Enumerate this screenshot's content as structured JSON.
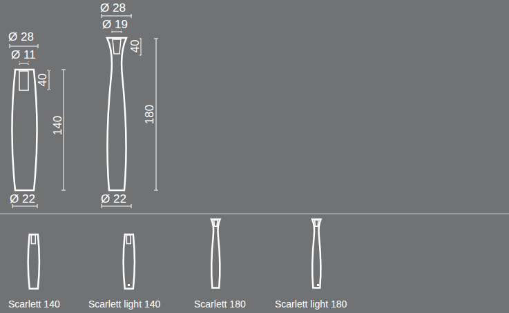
{
  "diagram": {
    "labels": [
      "Ø 28",
      "Ø 11",
      "40",
      "140",
      "Ø 22",
      "Ø 28",
      "Ø 19",
      "40",
      "180",
      "Ø 22",
      "Scarlett 140",
      "Scarlett light 140",
      "Scarlett 180",
      "Scarlett light 180"
    ]
  }
}
